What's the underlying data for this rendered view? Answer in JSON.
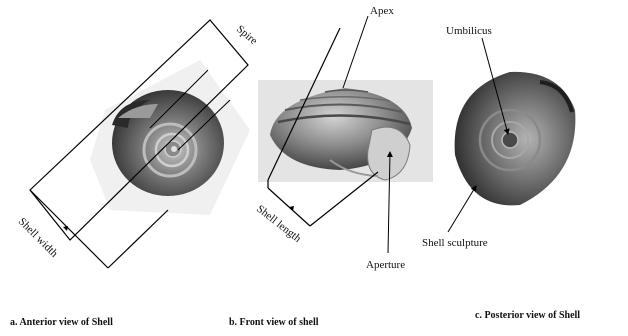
{
  "panels": [
    {
      "id": "a",
      "caption": "a. Anterior view of Shell",
      "labels": {
        "spire": "Spire",
        "shell_width": "Shell width"
      }
    },
    {
      "id": "b",
      "caption": "b.  Front view of shell",
      "labels": {
        "apex": "Apex",
        "shell_length": "Shell length",
        "aperture": "Aperture"
      }
    },
    {
      "id": "c",
      "caption": "c. Posterior view of Shell",
      "labels": {
        "umbilicus": "Umbilicus",
        "shell_sculpture": "Shell sculpture"
      }
    }
  ],
  "colors": {
    "shell_dark": "#3a3a3a",
    "shell_mid": "#7a7a7a",
    "shell_light": "#d9d9d9",
    "background_patch": "#e6e6e6",
    "line": "#000000"
  }
}
